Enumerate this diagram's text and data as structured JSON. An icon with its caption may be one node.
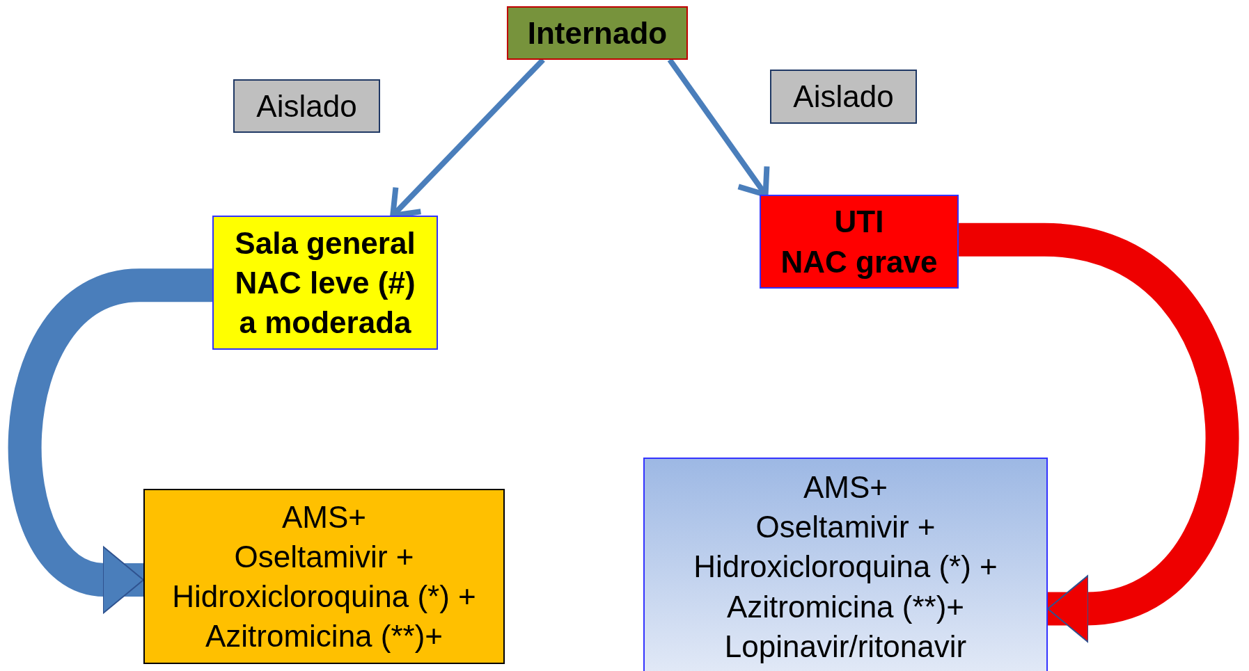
{
  "diagram": {
    "nodes": [
      {
        "text": [
          "Internado"
        ]
      },
      {
        "text": [
          "Aislado"
        ]
      },
      {
        "text": [
          "Aislado"
        ]
      },
      {
        "text": [
          "Sala general",
          "NAC leve (#)",
          "a moderada"
        ]
      },
      {
        "text": [
          "UTI",
          "NAC grave"
        ]
      },
      {
        "text": [
          "AMS+",
          "Oseltamivir +",
          "Hidroxicloroquina (*) +",
          "Azitromicina (**)+"
        ]
      },
      {
        "text": [
          "AMS+",
          "Oseltamivir +",
          "Hidroxicloroquina (*) +",
          "Azitromicina (**)+",
          "Lopinavir/ritonavir"
        ]
      }
    ],
    "edges": [
      {
        "from": 0,
        "to": 3,
        "arrow": "to"
      },
      {
        "from": 0,
        "to": 4,
        "arrow": "to"
      },
      {
        "from": 3,
        "to": 5,
        "arrow": "to",
        "style": "thick"
      },
      {
        "from": 4,
        "to": 6,
        "arrow": "to",
        "style": "thick",
        "color": "#ee0000"
      }
    ]
  }
}
